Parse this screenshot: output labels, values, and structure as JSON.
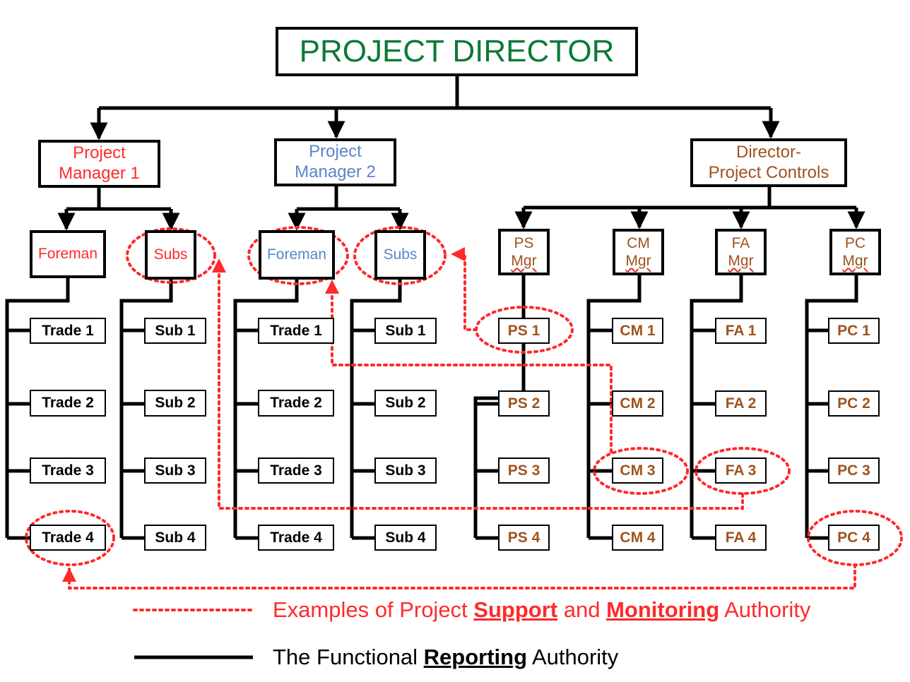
{
  "colors": {
    "black": "#000000",
    "red": "#ff2a2a",
    "blue": "#5a86c9",
    "brown": "#a0521d",
    "green": "#0a7a35",
    "dotted": "#ff2a2a"
  },
  "top": {
    "label": "PROJECT DIRECTOR"
  },
  "managers": {
    "pm1": "Project\nManager 1",
    "pm2": "Project\nManager 2",
    "dpc": "Director-\nProject Controls"
  },
  "supervisors": {
    "foreman1": "Foreman",
    "subs1": "Subs",
    "foreman2": "Foreman",
    "subs2": "Subs",
    "ps_mgr": {
      "line1": "PS",
      "line2": "Mgr"
    },
    "cm_mgr": {
      "line1": "CM",
      "line2": "Mgr"
    },
    "fa_mgr": {
      "line1": "FA",
      "line2": "Mgr"
    },
    "pc_mgr": {
      "line1": "PC",
      "line2": "Mgr"
    }
  },
  "leaves": {
    "trade1": [
      "Trade 1",
      "Trade 2",
      "Trade 3",
      "Trade 4"
    ],
    "sub1": [
      "Sub 1",
      "Sub 2",
      "Sub 3",
      "Sub 4"
    ],
    "trade2": [
      "Trade 1",
      "Trade 2",
      "Trade 3",
      "Trade 4"
    ],
    "sub2": [
      "Sub 1",
      "Sub 2",
      "Sub 3",
      "Sub 4"
    ],
    "ps": [
      "PS 1",
      "PS 2",
      "PS 3",
      "PS 4"
    ],
    "cm": [
      "CM 1",
      "CM 2",
      "CM 3",
      "CM 4"
    ],
    "fa": [
      "FA 1",
      "FA 2",
      "FA 3",
      "FA 4"
    ],
    "pc": [
      "PC 1",
      "PC 2",
      "PC 3",
      "PC 4"
    ]
  },
  "legend": {
    "dotted": {
      "pre": "Examples of Project ",
      "b1": "Support",
      "mid": " and ",
      "b2": "Monitoring",
      "post": " Authority"
    },
    "solid": {
      "pre": "The Functional ",
      "b1": "Reporting",
      "post": " Authority"
    }
  }
}
